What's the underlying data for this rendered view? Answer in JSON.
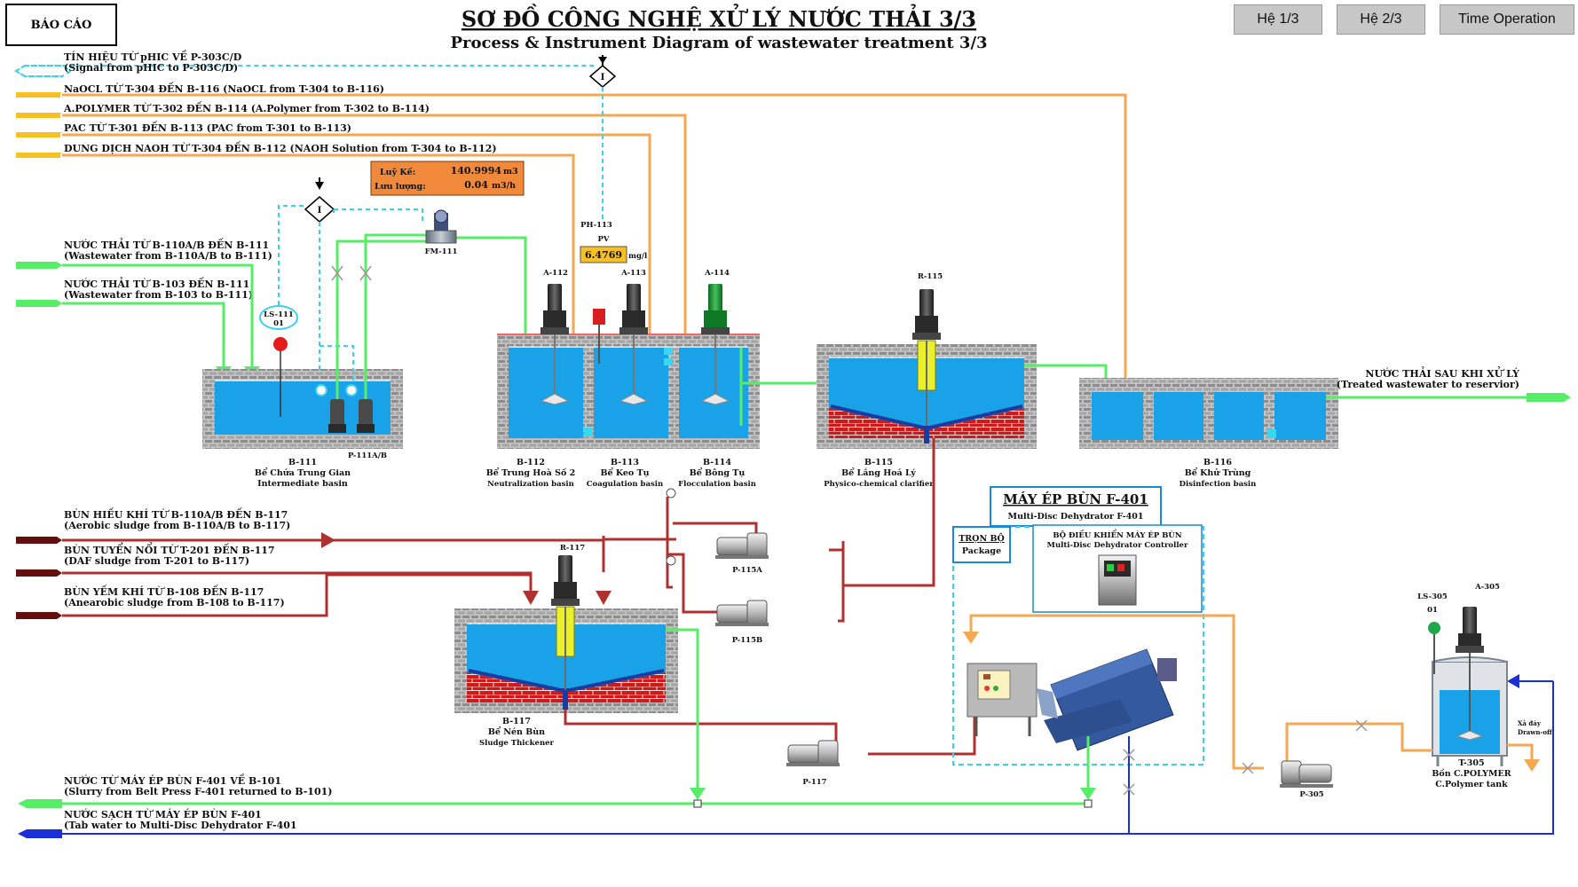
{
  "header": {
    "report_button": "BÁO CÁO",
    "title_vi": "SƠ ĐỒ CÔNG NGHỆ XỬ LÝ NƯỚC THẢI 3/3",
    "title_en": "Process & Instrument Diagram of wastewater treatment 3/3",
    "nav": [
      "Hệ 1/3",
      "Hệ 2/3",
      "Time Operation"
    ]
  },
  "inlets": {
    "ph_signal": [
      "TÍN HIỆU TỪ pHIC VỀ P-303C/D",
      "(Signal from pHIC to P-303C/D)"
    ],
    "naocl": "NaOCL TỪ T-304 ĐẾN B-116 (NaOCL from T-304 to B-116)",
    "polymer": "A.POLYMER TỪ T-302 ĐẾN B-114 (A.Polymer from T-302 to B-114)",
    "pac": "PAC TỪ T-301 ĐẾN B-113 (PAC from T-301 to B-113)",
    "naoh": "DUNG DỊCH NAOH TỪ T-304 ĐẾN B-112 (NAOH Solution from T-304 to B-112)",
    "ww_110": [
      "NƯỚC THẢI TỪ B-110A/B ĐẾN B-111",
      "(Wastewater from B-110A/B to B-111)"
    ],
    "ww_103": [
      "NƯỚC THẢI TỪ B-103 ĐẾN B-111",
      "(Wastewater from B-103 to B-111)"
    ],
    "aerobic": [
      "BÙN HIẾU KHÍ TỪ B-110A/B ĐẾN B-117",
      "(Aerobic sludge from B-110A/B to B-117)"
    ],
    "daf": [
      "BÙN TUYỂN NỔI TỪ T-201 ĐẾN B-117",
      "(DAF sludge from T-201 to B-117)"
    ],
    "anaerobic": [
      "BÙN YẾM KHÍ TỪ B-108 ĐẾN B-117",
      "(Anearobic sludge from B-108 to B-117)"
    ],
    "slurry": [
      "NƯỚC TỪ MÁY ÉP BÙN F-401 VỀ B-101",
      "(Slurry from Belt Press F-401 returned to B-101)"
    ],
    "tab_water": [
      "NƯỚC SẠCH TỪ MÁY ÉP BÙN F-401",
      "(Tab water to Multi-Disc Dehydrator F-401"
    ],
    "treated": [
      "NƯỚC THẢI SAU KHI XỬ LÝ",
      "(Treated wastewater to reservior)"
    ]
  },
  "flow_meter": {
    "total_label": "Luỹ Kế:",
    "total_value": "140.9994",
    "total_unit": "m3",
    "rate_label": "Lưu lượng:",
    "rate_value": "0.04",
    "rate_unit": "m3/h"
  },
  "ph_meter": {
    "tag": "PH-113",
    "pv_label": "PV",
    "value": "6.4769",
    "unit": "mg/l"
  },
  "instruments": {
    "interlock": "I",
    "ls111_a": "LS-111",
    "ls111_b": "01",
    "fm111": "FM-111",
    "p111": "P-111A/B"
  },
  "agitators": {
    "a112": "A-112",
    "a113": "A-113",
    "a114": "A-114",
    "r115": "R-115",
    "r117": "R-117"
  },
  "basins": {
    "b111": [
      "B-111",
      "Bể Chứa Trung Gian",
      "Intermediate basin"
    ],
    "b112": [
      "B-112",
      "Bể Trung Hoà Số 2",
      "Neutralization basin"
    ],
    "b113": [
      "B-113",
      "Bể Keo Tụ",
      "Coagulation basin"
    ],
    "b114": [
      "B-114",
      "Bể Bông Tụ",
      "Flocculation basin"
    ],
    "b115": [
      "B-115",
      "Bể Lắng Hoá Lý",
      "Physico-chemical clarifier"
    ],
    "b116": [
      "B-116",
      "Bể Khử Trùng",
      "Disinfection basin"
    ],
    "b117": [
      "B-117",
      "Bể Nén Bùn",
      "Sludge Thickener"
    ]
  },
  "pumps": {
    "p115a": "P-115A",
    "p115b": "P-115B",
    "p117": "P-117",
    "p305": "P-305"
  },
  "dehydrator": {
    "title": "MÁY ÉP BÙN F-401",
    "subtitle": "Multi-Disc Dehydrator F-401",
    "package": [
      "TRỌN BỘ",
      "Package"
    ],
    "controller": [
      "BỘ ĐIỀU KHIỂN MÁY ÉP BÙN",
      "Multi-Disc Dehydrator Controller"
    ]
  },
  "polymer_tank": {
    "a305": "A-305",
    "ls305_a": "LS-305",
    "ls305_b": "01",
    "drain": [
      "Xả đáy",
      "Drawn-off"
    ],
    "t305": [
      "T-305",
      "Bồn C.POLYMER",
      "C.Polymer tank"
    ]
  },
  "colors": {
    "green": "#55ee66",
    "orange": "#f5a850",
    "yellow": "#f8c023",
    "maroon": "#b03030",
    "dark_maroon": "#650e0e",
    "blue": "#1a2fd8",
    "cyan": "#3bd0f0",
    "water": "#1aa2e8"
  }
}
